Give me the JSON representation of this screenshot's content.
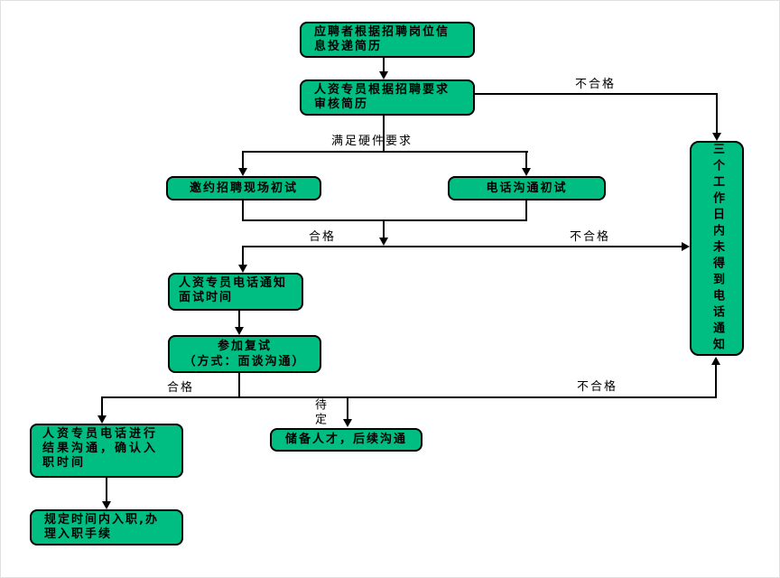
{
  "flowchart": {
    "nodes": {
      "submit_resume": "应聘者根据招聘岗位信息投递简历",
      "review_resume": "人资专员根据招聘要求审核简历",
      "onsite_interview": "邀约招聘现场初试",
      "phone_interview": "电话沟通初试",
      "notify_interview_time": "人资专员电话通知面试时间",
      "second_interview": {
        "line1": "参加复试",
        "line2": "（方式：面谈沟通）"
      },
      "no_phone_notice": "三个工作日内未得到电话通知",
      "result_communication": "人资专员电话进行结果沟通，确认入职时间",
      "onboarding": "规定时间内入职,办理入职手续",
      "reserve_talent": "储备人才，后续沟通"
    },
    "edge_labels": {
      "fail_top": "不合格",
      "meet_hardware": "满足硬件要求",
      "pass_mid": "合格",
      "fail_mid": "不合格",
      "pass_bottom": "合格",
      "pending": "待定",
      "fail_bottom": "不合格"
    },
    "colors": {
      "node_fill": "#00BE82",
      "node_border": "#000000",
      "connector": "#000000",
      "background": "#FFFFFF"
    }
  }
}
